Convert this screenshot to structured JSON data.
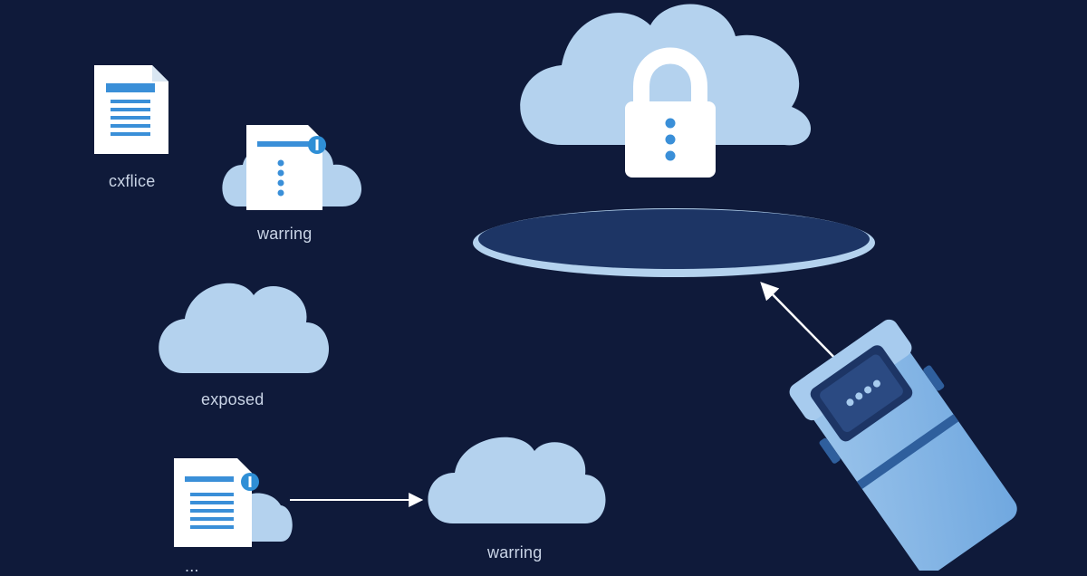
{
  "colors": {
    "background": "#0f1a3a",
    "cloud": "#b4d2ee",
    "document": "#ffffff",
    "accent": "#2f8fd6",
    "portal": "#1d3565",
    "portal_ring": "#b4d2ee",
    "text": "#c9d4e6"
  },
  "nodes": {
    "file_label": "cxflice",
    "warning_top_label": "warring",
    "exposed_label": "exposed",
    "warning_bottom_label": "warring",
    "cut_off_label": "..."
  },
  "icons": {
    "document": "document-icon",
    "cloud": "cloud-icon",
    "lock": "padlock-icon",
    "info": "info-badge-icon",
    "portal": "portal-ellipse",
    "scanner": "scanner-device-icon"
  }
}
